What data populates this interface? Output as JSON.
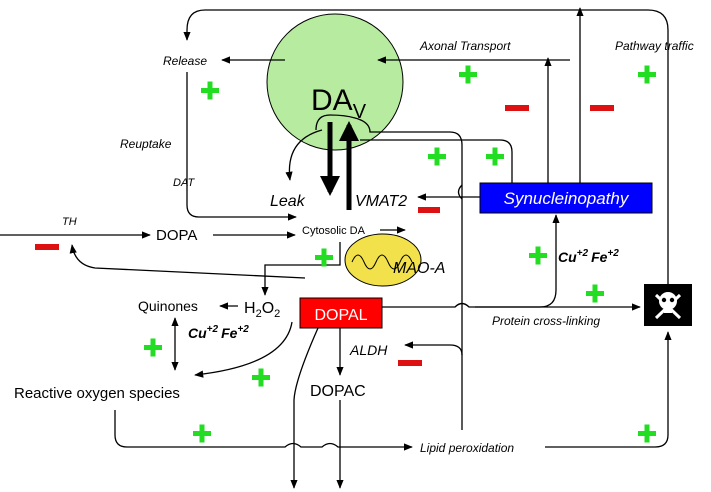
{
  "nodes": {
    "vesicle_main": "DA",
    "vesicle_sub": "V",
    "release": "Release",
    "axonal_transport": "Axonal Transport",
    "pathway_traffic": "Pathway traffic",
    "reuptake": "Reuptake",
    "dat": "DAT",
    "leak": "Leak",
    "vmat2": "VMAT2",
    "synucleinopathy": "Synucleinopathy",
    "th": "TH",
    "dopa": "DOPA",
    "cytosolic_da": "Cytosolic DA",
    "mao_a": "MAO-A",
    "cu_fe_right": "Cu",
    "cu_fe_right_sup": "+2",
    "fe_right": "Fe",
    "fe_right_sup": "+2",
    "quinones": "Quinones",
    "h2o2_h": "H",
    "h2o2_sub1": "2",
    "h2o2_o": "O",
    "h2o2_sub2": "2",
    "dopal": "DOPAL",
    "protein_crosslinking": "Protein cross-linking",
    "cu_left": "Cu",
    "cu_left_sup": "+2",
    "fe_left": "Fe",
    "fe_left_sup": "+2",
    "aldh": "ALDH",
    "ros": "Reactive oxygen species",
    "dopac": "DOPAC",
    "lipid_peroxidation": "Lipid peroxidation"
  },
  "colors": {
    "vesicle": "#b6eba0",
    "mitochondria": "#f2e14a",
    "dopal_box": "#ff0000",
    "synucleinopathy_box": "#0000ff",
    "plus": "#22dd22",
    "minus": "#dd1111"
  },
  "icons": {
    "toxicity": "skull-and-crossbones-icon"
  }
}
